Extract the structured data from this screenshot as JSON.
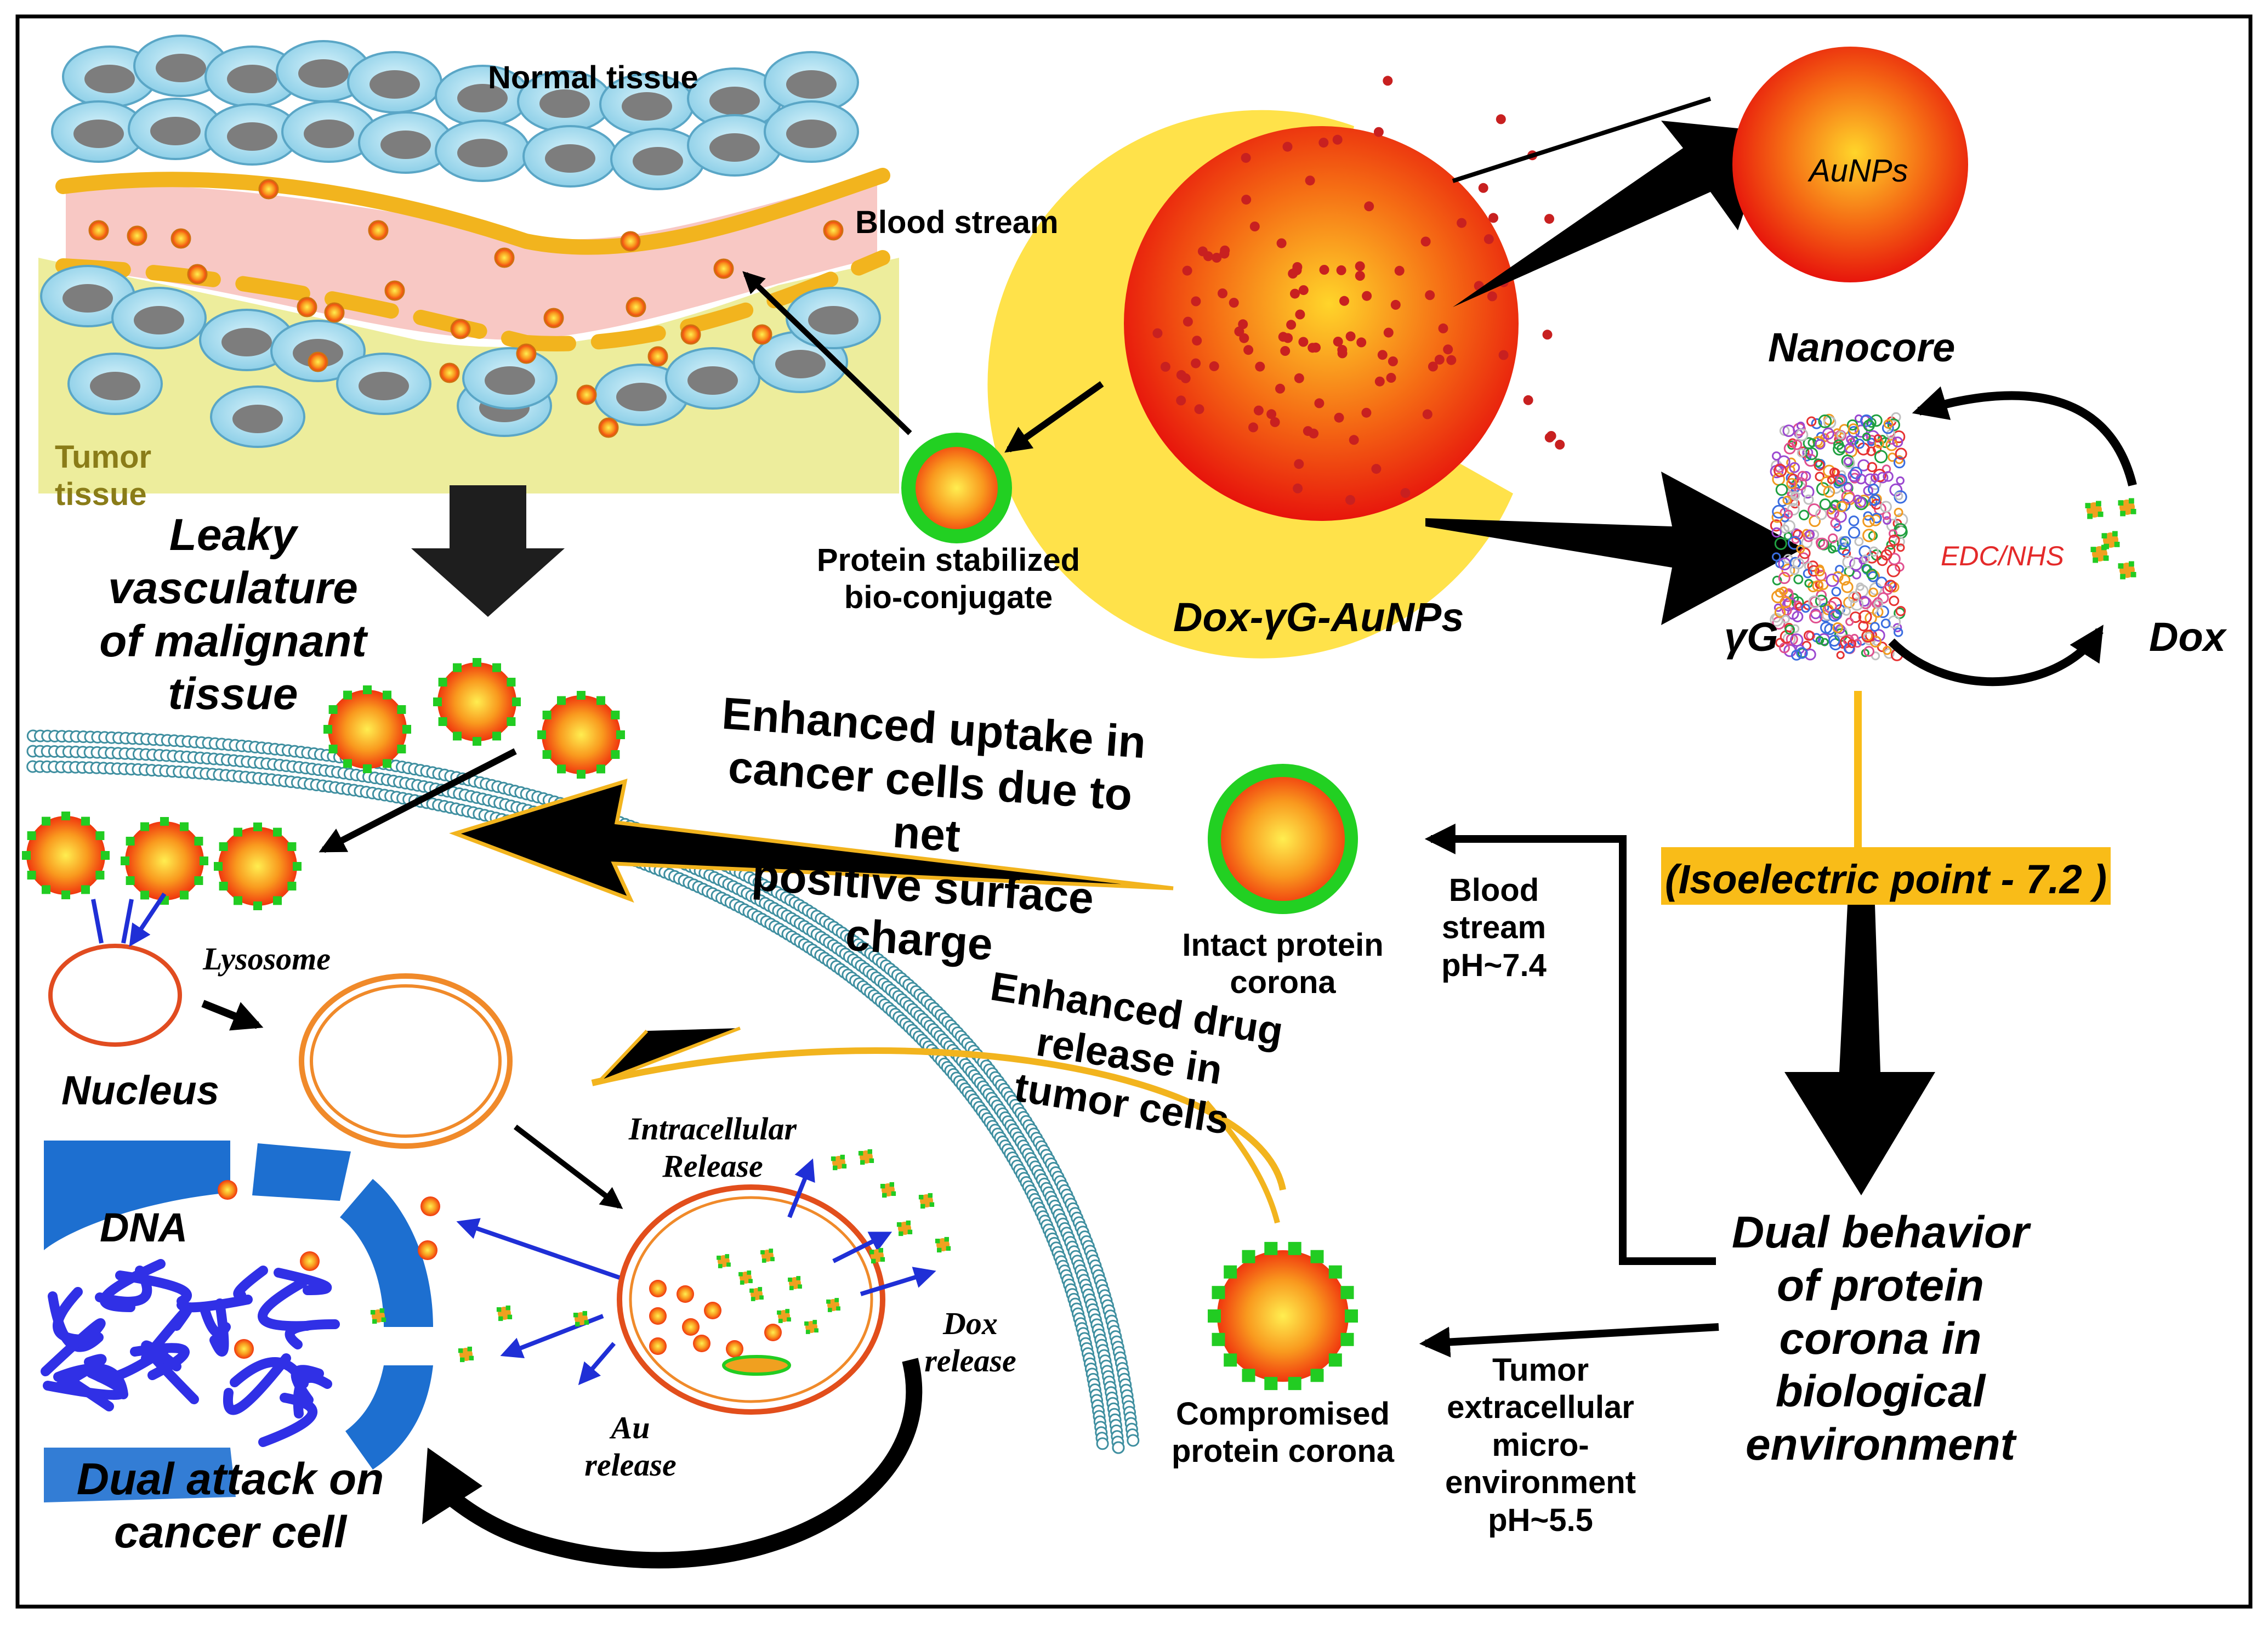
{
  "labels": {
    "normal_tissue": "Normal tissue",
    "blood_stream_top": "Blood stream",
    "tumor_tissue": "Tumor\ntissue",
    "leaky_vasculature": "Leaky\nvasculature\nof malignant\ntissue",
    "protein_stabilized": "Protein stabilized\nbio-conjugate",
    "dox_yg_aunps": "Dox-γG-AuNPs",
    "aunps": "AuNPs",
    "nanocore": "Nanocore",
    "edc_nhs": "EDC/NHS",
    "yg": "γG",
    "dox": "Dox",
    "isoelectric_point": "(Isoelectric point - 7.2 )",
    "enhanced_uptake": "Enhanced  uptake in\ncancer cells due to net\npositive surface charge",
    "intact_corona": "Intact protein\ncorona",
    "blood_stream_ph": "Blood stream\npH~7.4",
    "lysosome": "Lysosome",
    "nucleus": "Nucleus",
    "dna": "DNA",
    "enhanced_drug": "Enhanced drug\nrelease in\ntumor cells",
    "intracellular_release": "Intracellular\nRelease",
    "dox_release": "Dox\nrelease",
    "au_release": "Au\nrelease",
    "compromised_corona": "Compromised\nprotein corona",
    "tumor_microenv": "Tumor\nextracellular\nmicro-\nenvironment\npH~5.5",
    "dual_behavior": "Dual behavior\nof protein\ncorona  in\nbiological\nenvironment",
    "dual_attack": "Dual attack on\ncancer cell"
  },
  "colors": {
    "cell_fill": "#a8dcef",
    "nucleus_fill": "#7d7d7d",
    "blood_fill": "#f8c8c4",
    "vessel_wall": "#f2b41e",
    "tumor_fill": "#eded9c",
    "np_center": "#ffe94a",
    "np_edge": "#f04a14",
    "corona_green": "#1fd21f",
    "dot_green": "#22cc22",
    "membrane": "#bfe4ea",
    "nucleus_blue": "#1d6fd0",
    "dna_blue": "#3030e6",
    "arrow_blue": "#1f2fd6",
    "isoelectric_fill": "#f9bc18"
  }
}
